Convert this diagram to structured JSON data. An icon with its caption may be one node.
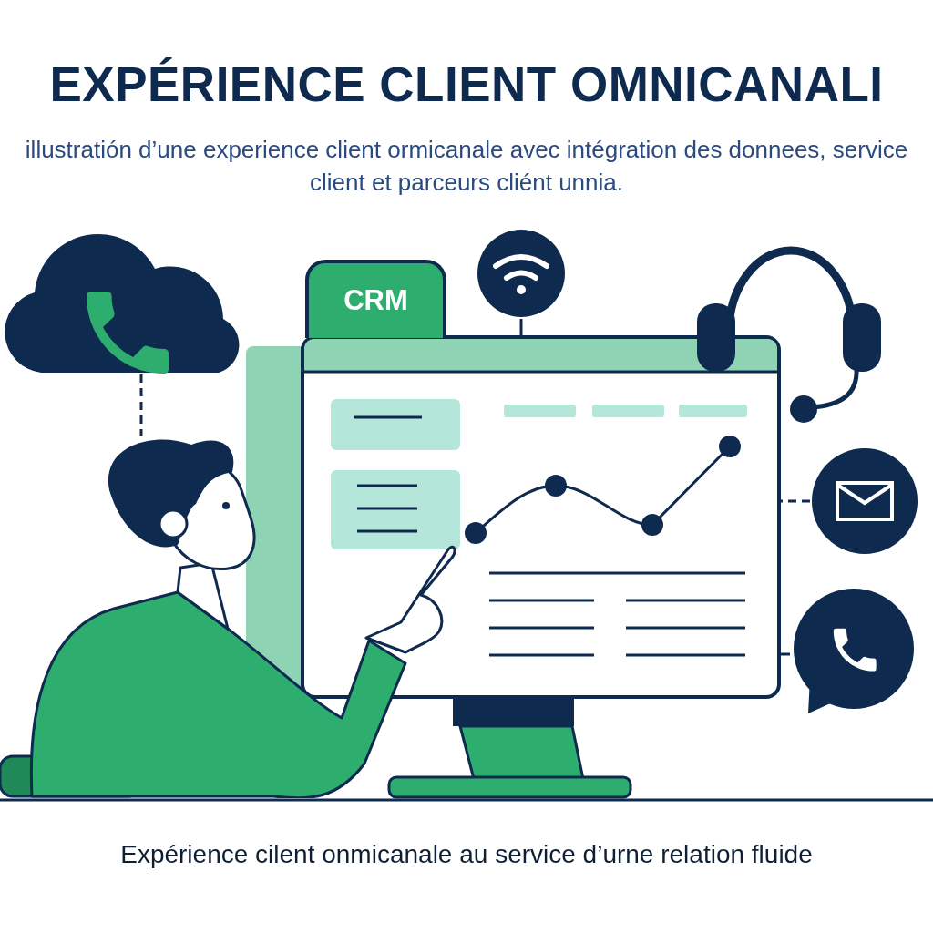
{
  "diagram": {
    "title": "EXPÉRIENCE CLIENT OMNICANALI",
    "caption": "Expérience cilent onmicanale au service d’urne relation fluide",
    "nodes": [
      {
        "text": [],
        "shape": "cloud"
      },
      {
        "text": [],
        "shape": "circle"
      },
      {
        "text": [],
        "shape": "picture"
      },
      {
        "text": [
          "CRM"
        ]
      },
      {
        "text": [],
        "shape": "person"
      },
      {
        "text": [],
        "shape": "circle"
      },
      {
        "text": [],
        "shape": "circle"
      }
    ],
    "edges": [
      {
        "from": 0,
        "to": 4,
        "arrow": "none",
        "style": "dashed"
      },
      {
        "from": 1,
        "to": 2,
        "arrow": "none"
      },
      {
        "from": 5,
        "to": 2,
        "arrow": "none",
        "style": "dashed"
      },
      {
        "from": 6,
        "to": 2,
        "arrow": "none"
      }
    ],
    "labels": [
      "illustratión d’une experience client ormicanale avec intégration des donnees, service client et parceurs cliént unnia."
    ]
  }
}
